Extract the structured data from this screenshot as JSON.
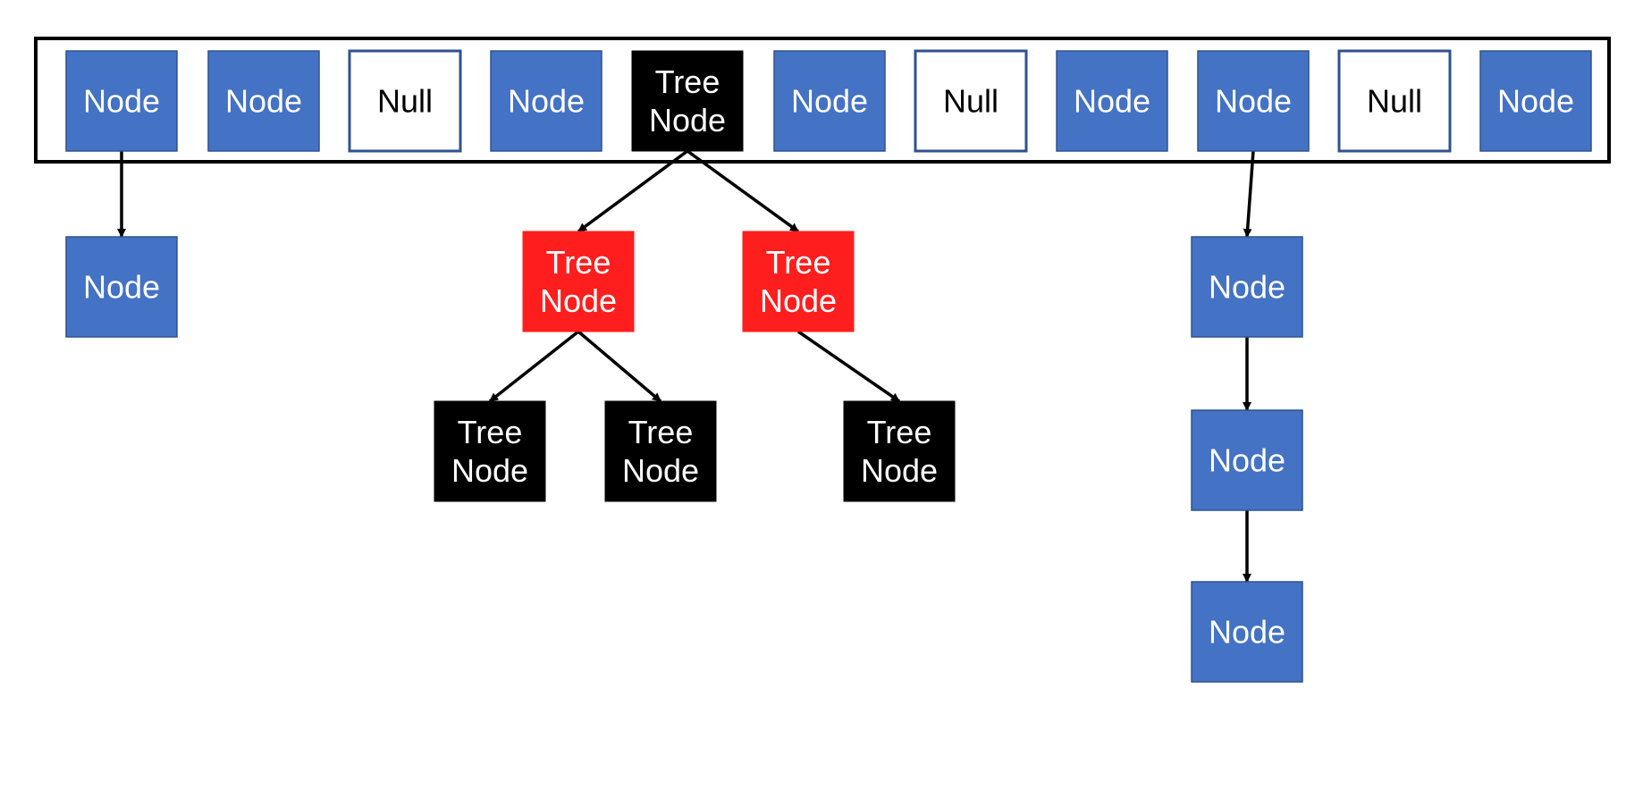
{
  "colors": {
    "node_fill": "#4472C4",
    "node_stroke": "#2F528F",
    "null_fill": "#FFFFFF",
    "null_stroke": "#2F528F",
    "tree_black": "#000000",
    "tree_red": "#FF1E1E",
    "text_light": "#FFFFFF",
    "text_dark": "#000000",
    "edge": "#000000"
  },
  "array_slots": [
    {
      "id": "slot-0",
      "kind": "node",
      "label": [
        "Node"
      ]
    },
    {
      "id": "slot-1",
      "kind": "node",
      "label": [
        "Node"
      ]
    },
    {
      "id": "slot-2",
      "kind": "null",
      "label": [
        "Null"
      ]
    },
    {
      "id": "slot-3",
      "kind": "node",
      "label": [
        "Node"
      ]
    },
    {
      "id": "slot-4",
      "kind": "tree-black",
      "label": [
        "Tree",
        "Node"
      ]
    },
    {
      "id": "slot-5",
      "kind": "node",
      "label": [
        "Node"
      ]
    },
    {
      "id": "slot-6",
      "kind": "null",
      "label": [
        "Null"
      ]
    },
    {
      "id": "slot-7",
      "kind": "node",
      "label": [
        "Node"
      ]
    },
    {
      "id": "slot-8",
      "kind": "node",
      "label": [
        "Node"
      ]
    },
    {
      "id": "slot-9",
      "kind": "null",
      "label": [
        "Null"
      ]
    },
    {
      "id": "slot-10",
      "kind": "node",
      "label": [
        "Node"
      ]
    }
  ],
  "child_nodes": [
    {
      "id": "chain0-1",
      "kind": "node",
      "label": [
        "Node"
      ]
    },
    {
      "id": "tree-red-left",
      "kind": "tree-red",
      "label": [
        "Tree",
        "Node"
      ]
    },
    {
      "id": "tree-red-right",
      "kind": "tree-red",
      "label": [
        "Tree",
        "Node"
      ]
    },
    {
      "id": "tree-leaf-1",
      "kind": "tree-black",
      "label": [
        "Tree",
        "Node"
      ]
    },
    {
      "id": "tree-leaf-2",
      "kind": "tree-black",
      "label": [
        "Tree",
        "Node"
      ]
    },
    {
      "id": "tree-leaf-3",
      "kind": "tree-black",
      "label": [
        "Tree",
        "Node"
      ]
    },
    {
      "id": "chain8-1",
      "kind": "node",
      "label": [
        "Node"
      ]
    },
    {
      "id": "chain8-2",
      "kind": "node",
      "label": [
        "Node"
      ]
    },
    {
      "id": "chain8-3",
      "kind": "node",
      "label": [
        "Node"
      ]
    }
  ],
  "edges": [
    {
      "from": "slot-0",
      "to": "chain0-1"
    },
    {
      "from": "slot-4",
      "to": "tree-red-left"
    },
    {
      "from": "slot-4",
      "to": "tree-red-right"
    },
    {
      "from": "tree-red-left",
      "to": "tree-leaf-1"
    },
    {
      "from": "tree-red-left",
      "to": "tree-leaf-2"
    },
    {
      "from": "tree-red-right",
      "to": "tree-leaf-3"
    },
    {
      "from": "slot-8",
      "to": "chain8-1"
    },
    {
      "from": "chain8-1",
      "to": "chain8-2"
    },
    {
      "from": "chain8-2",
      "to": "chain8-3"
    }
  ]
}
